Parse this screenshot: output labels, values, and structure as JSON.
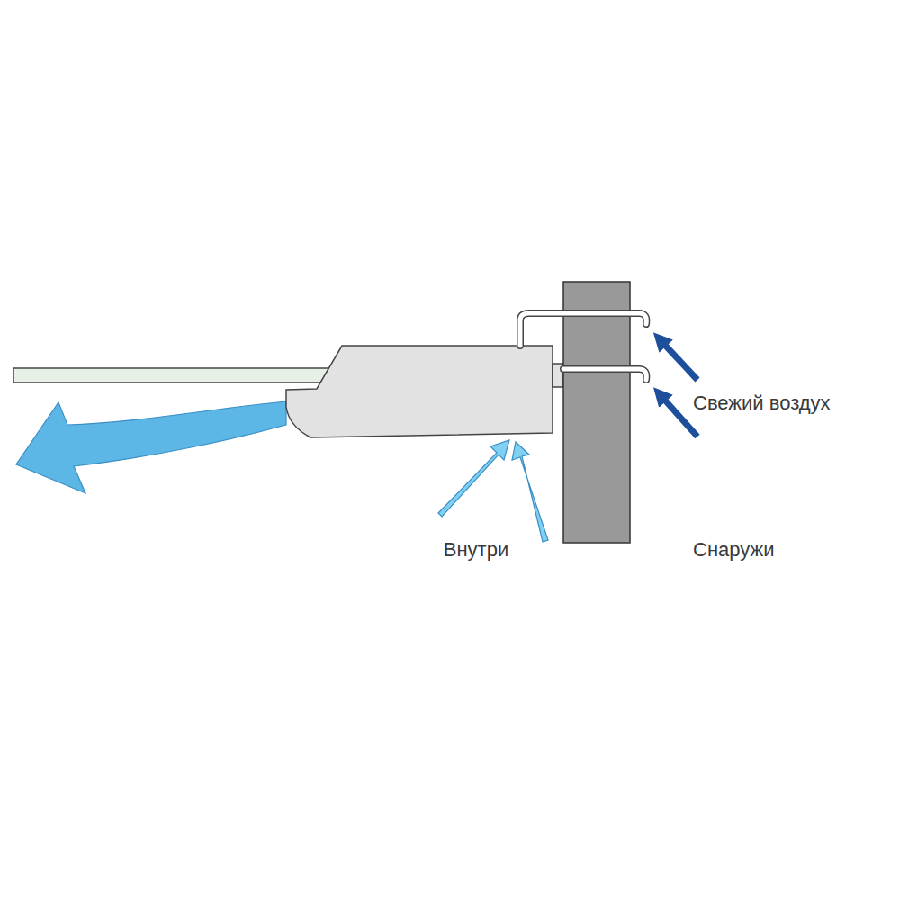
{
  "diagram": {
    "labels": [
      "Свежий воздух",
      "Внутри",
      "Снаружи"
    ]
  }
}
